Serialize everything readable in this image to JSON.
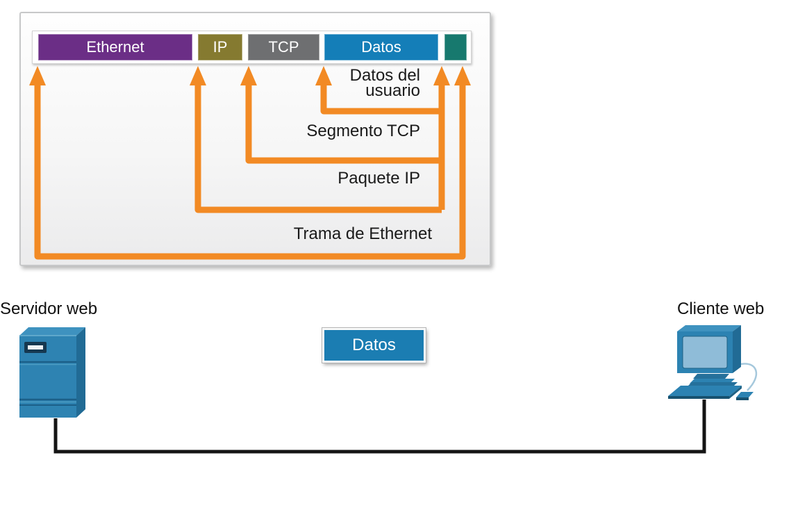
{
  "figure": {
    "type": "network-encapsulation-diagram",
    "accent_orange": "#F28A24"
  },
  "encapsulation_panel": {
    "bar": {
      "segments": [
        {
          "name": "ethernet-header",
          "label": "Ethernet",
          "color": "#6B2E86"
        },
        {
          "name": "ip-header",
          "label": "IP",
          "color": "#857A30"
        },
        {
          "name": "tcp-header",
          "label": "TCP",
          "color": "#6E6F71"
        },
        {
          "name": "data-payload",
          "label": "Datos",
          "color": "#147EB8"
        },
        {
          "name": "ethernet-trailer",
          "label": "",
          "color": "#17796E"
        }
      ]
    },
    "brackets": [
      {
        "name": "user-data",
        "label_line1": "Datos del",
        "label_line2": "usuario"
      },
      {
        "name": "tcp-segment",
        "label": "Segmento TCP"
      },
      {
        "name": "ip-packet",
        "label": "Paquete IP"
      },
      {
        "name": "ethernet-frame",
        "label": "Trama de Ethernet"
      }
    ]
  },
  "network": {
    "server_label": "Servidor web",
    "client_label": "Cliente web",
    "data_box_label": "Datos",
    "data_box_color": "#1B7DB2",
    "cable_color": "#141414",
    "device_colors": {
      "front": "#2E83B2",
      "top": "#3E92BF",
      "side": "#216B95",
      "screen": "#8FBCD8"
    }
  }
}
